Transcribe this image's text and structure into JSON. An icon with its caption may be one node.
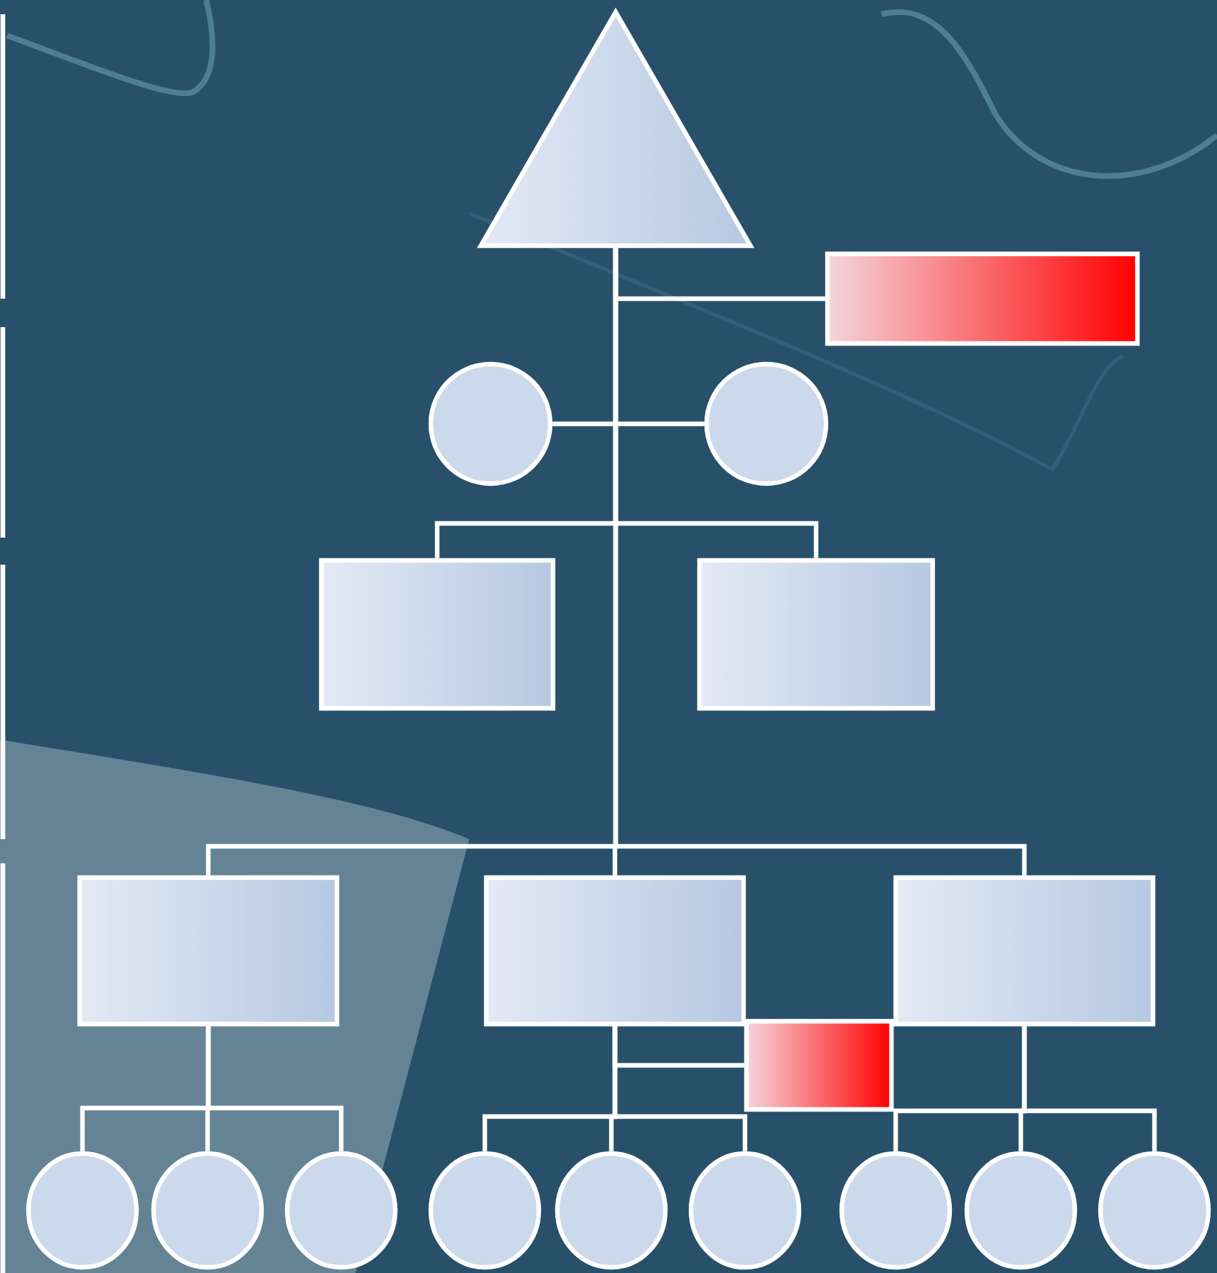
{
  "diagram": {
    "nodes": [
      {
        "text": [],
        "shape": "triangle"
      },
      {
        "text": [],
        "shape": "box"
      },
      {
        "text": [],
        "shape": "circle"
      },
      {
        "text": [],
        "shape": "circle"
      },
      {
        "text": [],
        "shape": "box"
      },
      {
        "text": [],
        "shape": "box"
      },
      {
        "text": [],
        "shape": "box"
      },
      {
        "text": [],
        "shape": "box"
      },
      {
        "text": [],
        "shape": "box"
      },
      {
        "text": [],
        "shape": "box"
      },
      {
        "text": [],
        "shape": "circle"
      },
      {
        "text": [],
        "shape": "circle"
      },
      {
        "text": [],
        "shape": "circle"
      },
      {
        "text": [],
        "shape": "circle"
      },
      {
        "text": [],
        "shape": "circle"
      },
      {
        "text": [],
        "shape": "circle"
      },
      {
        "text": [],
        "shape": "circle"
      },
      {
        "text": [],
        "shape": "circle"
      },
      {
        "text": [],
        "shape": "circle"
      }
    ],
    "edges": [
      {
        "from": 0,
        "to": 1,
        "arrow": "none"
      },
      {
        "from": 2,
        "to": 3,
        "arrow": "none"
      },
      {
        "from": 0,
        "to": 4,
        "arrow": "none"
      },
      {
        "from": 0,
        "to": 5,
        "arrow": "none"
      },
      {
        "from": 0,
        "to": 6,
        "arrow": "none"
      },
      {
        "from": 0,
        "to": 7,
        "arrow": "none"
      },
      {
        "from": 0,
        "to": 8,
        "arrow": "none"
      },
      {
        "from": 7,
        "to": 9,
        "arrow": "none"
      },
      {
        "from": 6,
        "to": 10,
        "arrow": "none"
      },
      {
        "from": 6,
        "to": 11,
        "arrow": "none"
      },
      {
        "from": 6,
        "to": 12,
        "arrow": "none"
      },
      {
        "from": 7,
        "to": 13,
        "arrow": "none"
      },
      {
        "from": 7,
        "to": 14,
        "arrow": "none"
      },
      {
        "from": 7,
        "to": 15,
        "arrow": "none"
      },
      {
        "from": 8,
        "to": 16,
        "arrow": "none"
      },
      {
        "from": 8,
        "to": 17,
        "arrow": "none"
      },
      {
        "from": 8,
        "to": 18,
        "arrow": "none"
      }
    ]
  }
}
